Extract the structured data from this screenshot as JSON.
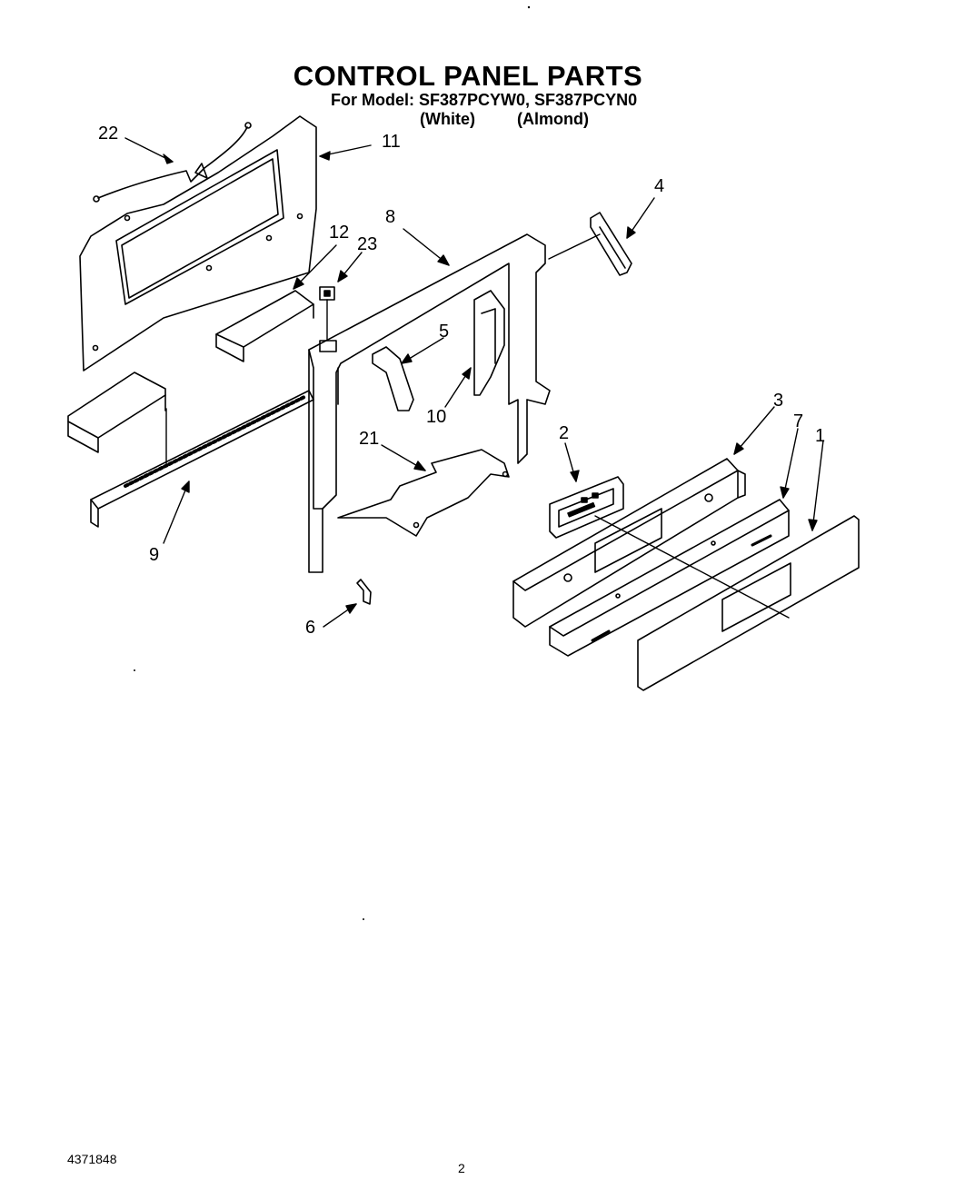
{
  "header": {
    "title": "CONTROL PANEL PARTS",
    "model_line": "For Model: SF387PCYW0, SF387PCYN0",
    "variant_white": "(White)",
    "variant_almond": "(Almond)"
  },
  "callouts": {
    "c1": "1",
    "c2": "2",
    "c3": "3",
    "c4": "4",
    "c5": "5",
    "c6": "6",
    "c7": "7",
    "c8": "8",
    "c9": "9",
    "c10": "10",
    "c11": "11",
    "c12": "12",
    "c21": "21",
    "c22": "22",
    "c23": "23"
  },
  "footer": {
    "doc_number": "4371848",
    "page_number": "2"
  }
}
